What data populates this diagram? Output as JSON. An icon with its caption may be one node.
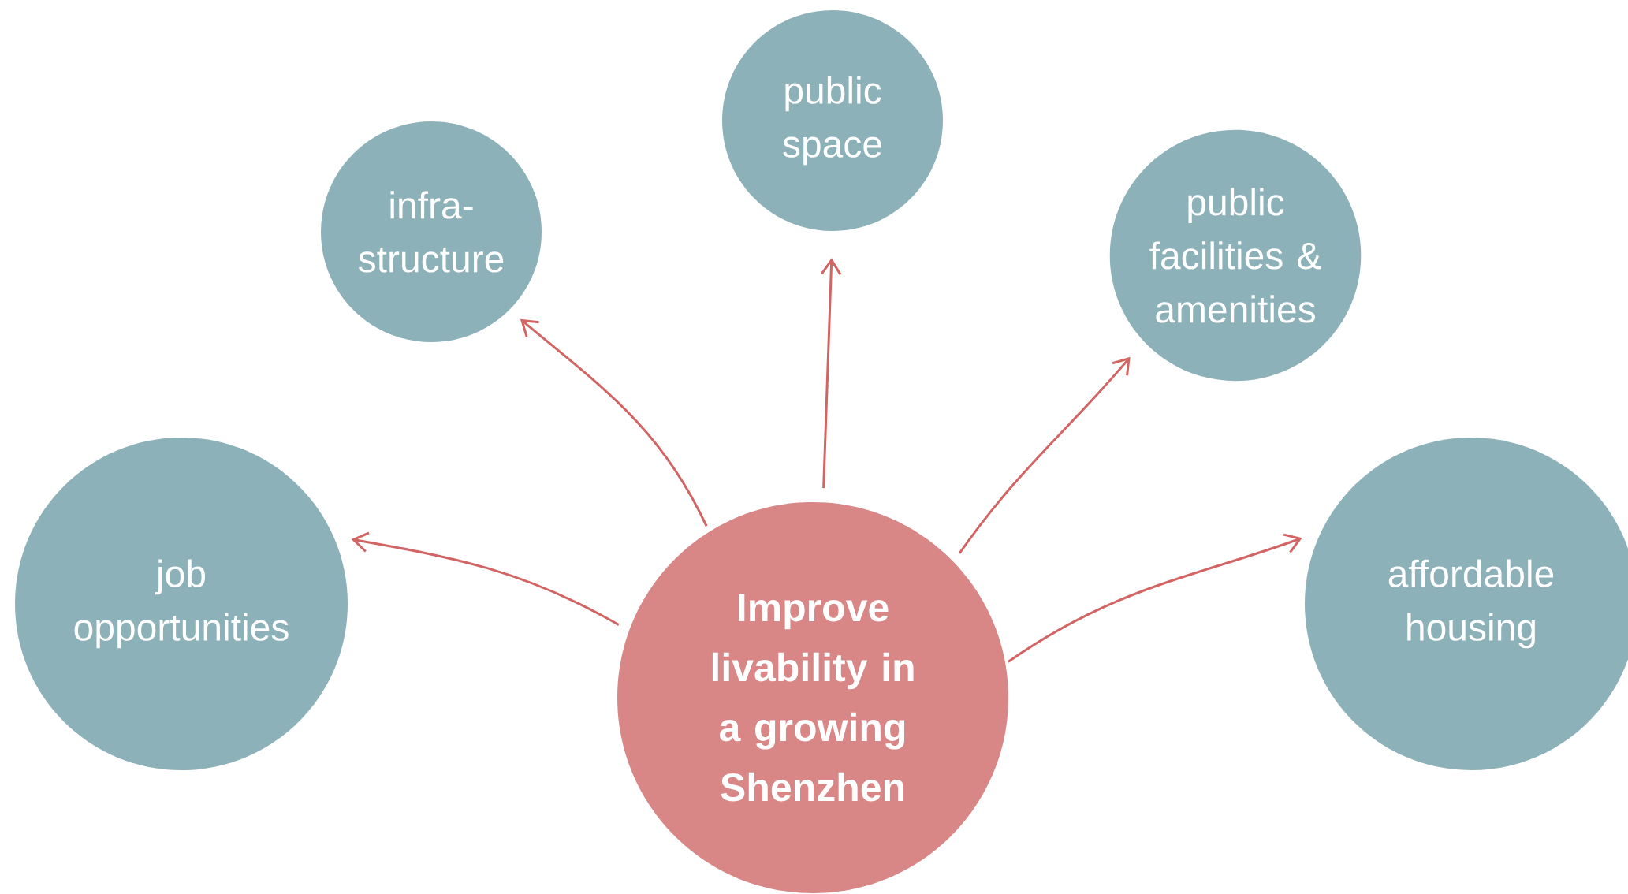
{
  "diagram": {
    "nodes": [
      {
        "text": [
          "Improve livability in a growing Shenzhen"
        ]
      },
      {
        "text": [
          "public space"
        ]
      },
      {
        "text": [
          "infra-structure"
        ]
      },
      {
        "text": [
          "public facilities & amenities"
        ]
      },
      {
        "text": [
          "job opportunities"
        ]
      },
      {
        "text": [
          "affordable housing"
        ]
      }
    ],
    "edges": [
      {
        "from": 0,
        "to": 1,
        "arrow": "to"
      },
      {
        "from": 0,
        "to": 2,
        "arrow": "to"
      },
      {
        "from": 0,
        "to": 3,
        "arrow": "to"
      },
      {
        "from": 0,
        "to": 4,
        "arrow": "to"
      },
      {
        "from": 0,
        "to": 5,
        "arrow": "to"
      }
    ]
  }
}
